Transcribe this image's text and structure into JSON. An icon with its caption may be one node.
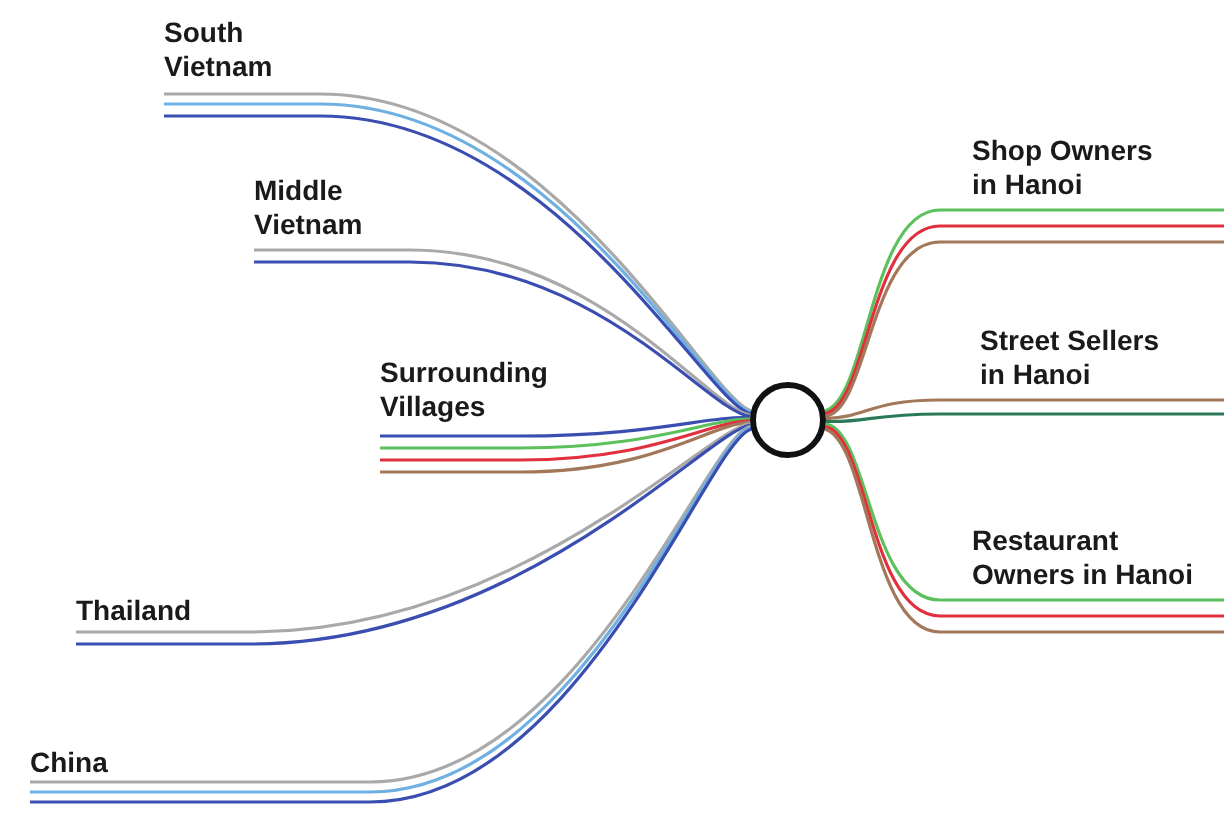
{
  "diagram": {
    "nodes": [
      {
        "text": [
          "South Vietnam"
        ]
      },
      {
        "text": [
          "Middle Vietnam"
        ]
      },
      {
        "text": [
          "Surrounding Villages"
        ]
      },
      {
        "text": [
          "Thailand"
        ]
      },
      {
        "text": [
          "China"
        ]
      },
      {
        "text": [],
        "shape": "circle"
      },
      {
        "text": [
          "Shop Owners in Hanoi"
        ]
      },
      {
        "text": [
          "Street Sellers in Hanoi"
        ]
      },
      {
        "text": [
          "Restaurant Owners in Hanoi"
        ]
      }
    ],
    "edges": [
      {
        "from": 0,
        "to": 5,
        "arrow": "none",
        "color": "#a9a9a9"
      },
      {
        "from": 0,
        "to": 5,
        "arrow": "none",
        "color": "#6fb0e2"
      },
      {
        "from": 0,
        "to": 5,
        "arrow": "none",
        "color": "#3a4db0"
      },
      {
        "from": 1,
        "to": 5,
        "arrow": "none",
        "color": "#a9a9a9"
      },
      {
        "from": 1,
        "to": 5,
        "arrow": "none",
        "color": "#3a4db0"
      },
      {
        "from": 2,
        "to": 5,
        "arrow": "none",
        "color": "#3a4db0"
      },
      {
        "from": 2,
        "to": 5,
        "arrow": "none",
        "color": "#5cc05c"
      },
      {
        "from": 2,
        "to": 5,
        "arrow": "none",
        "color": "#e0303e"
      },
      {
        "from": 2,
        "to": 5,
        "arrow": "none",
        "color": "#a3785a"
      },
      {
        "from": 3,
        "to": 5,
        "arrow": "none",
        "color": "#a9a9a9"
      },
      {
        "from": 3,
        "to": 5,
        "arrow": "none",
        "color": "#3a4db0"
      },
      {
        "from": 4,
        "to": 5,
        "arrow": "none",
        "color": "#a9a9a9"
      },
      {
        "from": 4,
        "to": 5,
        "arrow": "none",
        "color": "#6fb0e2"
      },
      {
        "from": 4,
        "to": 5,
        "arrow": "none",
        "color": "#3a4db0"
      },
      {
        "from": 5,
        "to": 6,
        "arrow": "none",
        "color": "#5cc05c"
      },
      {
        "from": 5,
        "to": 6,
        "arrow": "none",
        "color": "#e0303e"
      },
      {
        "from": 5,
        "to": 6,
        "arrow": "none",
        "color": "#a3785a"
      },
      {
        "from": 5,
        "to": 7,
        "arrow": "none",
        "color": "#a3785a"
      },
      {
        "from": 5,
        "to": 7,
        "arrow": "none",
        "color": "#2a7a5a"
      },
      {
        "from": 5,
        "to": 8,
        "arrow": "none",
        "color": "#5cc05c"
      },
      {
        "from": 5,
        "to": 8,
        "arrow": "none",
        "color": "#e0303e"
      },
      {
        "from": 5,
        "to": 8,
        "arrow": "none",
        "color": "#a3785a"
      }
    ]
  }
}
